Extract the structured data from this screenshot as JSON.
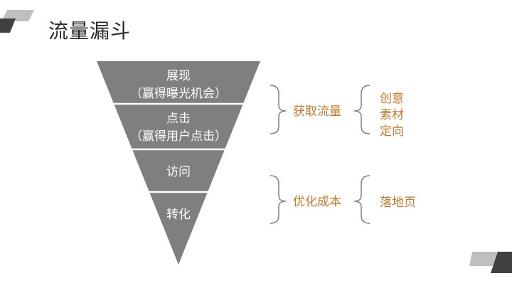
{
  "title": "流量漏斗",
  "colors": {
    "funnel": "#7f7f7f",
    "divider": "#ffffff",
    "accent": "#c8782a",
    "bracket": "#808080",
    "deco_dark": "#404040",
    "deco_light": "#bfbfbf"
  },
  "tiers": [
    {
      "line1": "展现",
      "line2": "（赢得曝光机会）"
    },
    {
      "line1": "点击",
      "line2": "（赢得用户点击）"
    },
    {
      "line1": "访问",
      "line2": ""
    },
    {
      "line1": "转化",
      "line2": ""
    }
  ],
  "groups": [
    {
      "label": "获取流量",
      "items": [
        "创意",
        "素材",
        "定向"
      ]
    },
    {
      "label": "优化成本",
      "items": [
        "落地页"
      ]
    }
  ]
}
